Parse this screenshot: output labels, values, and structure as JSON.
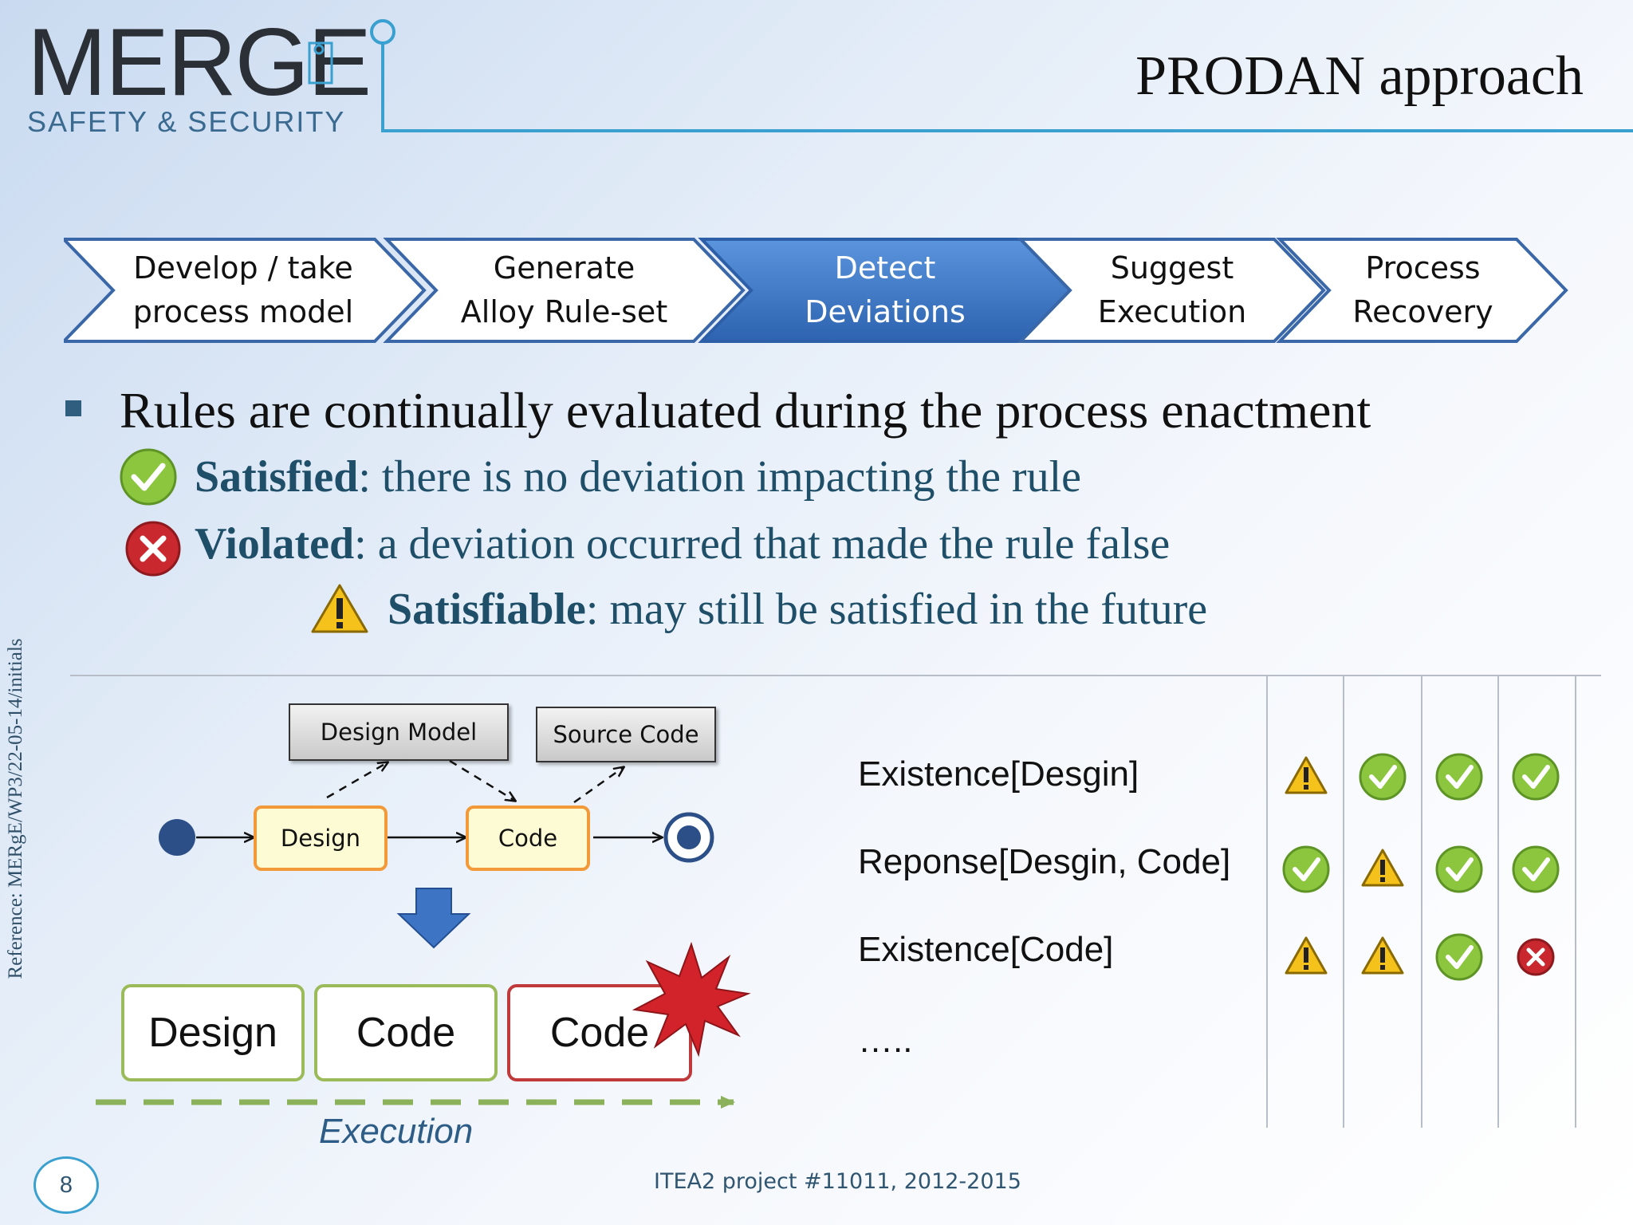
{
  "header": {
    "logo_main": "MERGE",
    "logo_sub": "SAFETY & SECURITY",
    "title": "PRODAN approach"
  },
  "process_steps": [
    {
      "line1": "Develop / take",
      "line2": "process model",
      "active": false
    },
    {
      "line1": "Generate",
      "line2": "Alloy Rule-set",
      "active": false
    },
    {
      "line1": "Detect",
      "line2": "Deviations",
      "active": true
    },
    {
      "line1": "Suggest",
      "line2": "Execution",
      "active": false
    },
    {
      "line1": "Process",
      "line2": "Recovery",
      "active": false
    }
  ],
  "bullets": {
    "main": "Rules are continually evaluated during the process enactment",
    "satisfied": {
      "term": "Satisfied",
      "text": ": there is no deviation impacting the rule"
    },
    "violated": {
      "term": "Violated",
      "text": ": a deviation occurred that made the rule false"
    },
    "satisfiable": {
      "term": "Satisfiable",
      "text": ": may still be satisfied in the future"
    }
  },
  "diagram": {
    "design_model": "Design Model",
    "source_code": "Source Code",
    "activity_design": "Design",
    "activity_code": "Code",
    "exec_design": "Design",
    "exec_code_1": "Code",
    "exec_code_2": "Code",
    "execution_label": "Execution"
  },
  "rules_table": {
    "rows": [
      {
        "name": "Existence[Desgin]",
        "states": [
          "satisfiable",
          "satisfied",
          "satisfied",
          "satisfied"
        ]
      },
      {
        "name": "Reponse[Desgin, Code]",
        "states": [
          "satisfied",
          "satisfiable",
          "satisfied",
          "satisfied"
        ]
      },
      {
        "name": "Existence[Code]",
        "states": [
          "satisfiable",
          "satisfiable",
          "satisfied",
          "violated"
        ]
      }
    ],
    "ellipsis": "….."
  },
  "colors": {
    "active_step": "#3d78c6",
    "satisfied": "#8cc63f",
    "violated": "#c8282e",
    "satisfiable": "#f5c21b"
  },
  "footer": {
    "project": "ITEA2 project #11011, 2012-2015",
    "page_number": "8",
    "reference": "Reference: MERgE/WP3/22-05-14/initials"
  }
}
